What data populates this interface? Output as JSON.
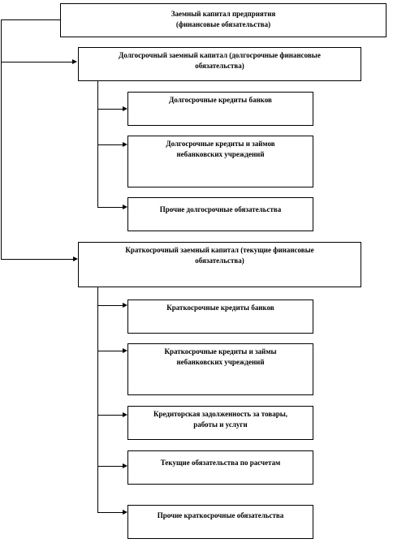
{
  "diagram": {
    "root": {
      "line1": "Заемный капитал предприятия",
      "line2": "(финансовые обязательства)"
    },
    "long_term": {
      "line1": "Долгосрочный заемный капитал (долгосрочные финансовые",
      "line2": "обязательства)",
      "children": [
        {
          "line1": "Долгосрочные кредиты банков",
          "line2": ""
        },
        {
          "line1": "Долгосрочные кредиты и займов",
          "line2": "небанковских учреждений"
        },
        {
          "line1": "Прочие долгосрочные обязательства",
          "line2": ""
        }
      ]
    },
    "short_term": {
      "line1": "Краткосрочный заемный капитал (текущие финансовые",
      "line2": "обязательства)",
      "children": [
        {
          "line1": "Краткосрочные кредиты банков",
          "line2": ""
        },
        {
          "line1": "Краткосрочные кредиты и займы",
          "line2": "небанковских учреждений"
        },
        {
          "line1": "Кредиторская задолженность за товары,",
          "line2": "работы и услуги"
        },
        {
          "line1": "Текущие обязательства по расчетам",
          "line2": ""
        },
        {
          "line1": "Прочие краткосрочные обязательства",
          "line2": ""
        }
      ]
    }
  }
}
